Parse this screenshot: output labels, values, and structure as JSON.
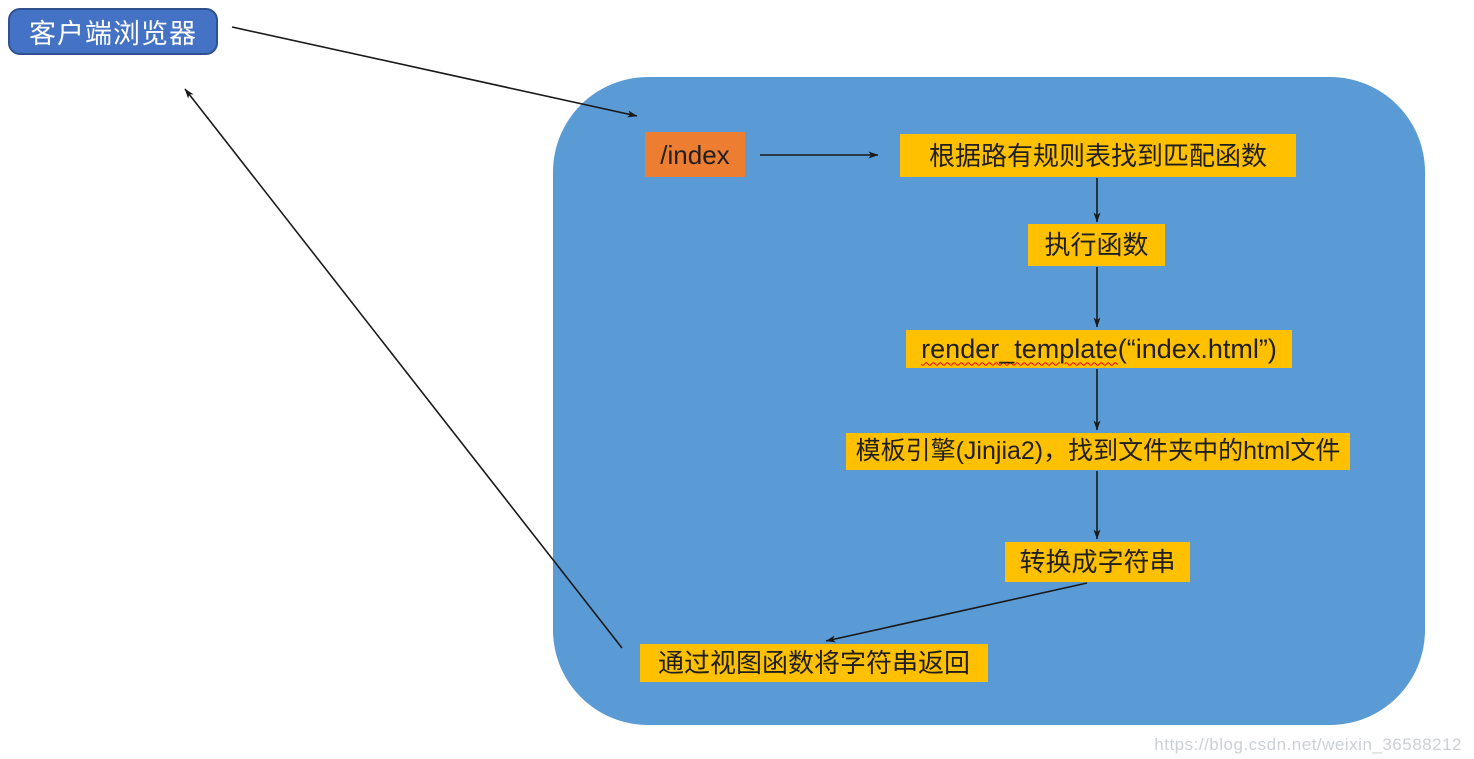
{
  "diagram": {
    "client_browser_label": "客户端浏览器",
    "nodes": {
      "index_path": "/index",
      "route_match": "根据路有规则表找到匹配函数",
      "execute_function": "执行函数",
      "render_template_name": "render_template",
      "render_template_arg": "(“index.html”)",
      "template_engine": "模板引擎(Jinjia2)，找到文件夹中的html文件",
      "to_string": "转换成字符串",
      "return_string": "通过视图函数将字符串返回"
    },
    "watermark": "https://blog.csdn.net/weixin_36588212",
    "colors": {
      "container_blue": "#5b9bd5",
      "client_box_blue": "#4472c4",
      "client_box_border": "#2f528f",
      "index_orange": "#ed7d31",
      "process_yellow": "#ffc000",
      "arrow_black": "#1a1a1a",
      "spellcheck_red": "#ff0000",
      "watermark_gray": "#ccd0d5"
    }
  }
}
